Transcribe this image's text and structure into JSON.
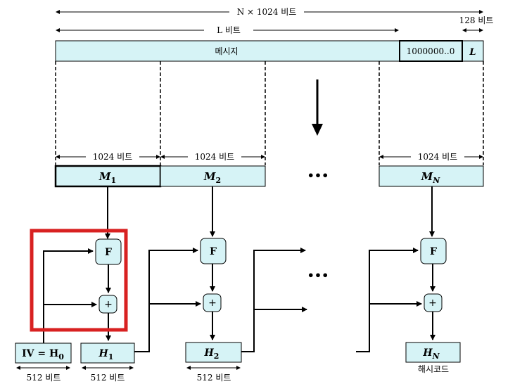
{
  "top": {
    "total_length_label": "N × 1024 비트",
    "message_length_label": "L 비트",
    "length_field_label": "128 비트"
  },
  "message_bar": {
    "label": "메시지",
    "padding_label": "1000000..0",
    "length_field": "L"
  },
  "blocks": {
    "size_label": "1024 비트",
    "m1": {
      "base": "M",
      "sub": "1"
    },
    "m2": {
      "base": "M",
      "sub": "2"
    },
    "mn": {
      "base": "M",
      "sub": "N"
    },
    "ellipsis": "•••"
  },
  "compression": {
    "f_label": "F",
    "add_label": "+"
  },
  "hash_values": {
    "iv": {
      "base": "IV = H",
      "sub": "0"
    },
    "h1": {
      "base": "H",
      "sub": "1"
    },
    "h2": {
      "base": "H",
      "sub": "2"
    },
    "hn": {
      "base": "H",
      "sub": "N"
    },
    "size_label": "512 비트",
    "output_label": "해시코드"
  },
  "colors": {
    "fill": "#d6f3f6",
    "line": "#000000",
    "highlight": "#d82121"
  }
}
